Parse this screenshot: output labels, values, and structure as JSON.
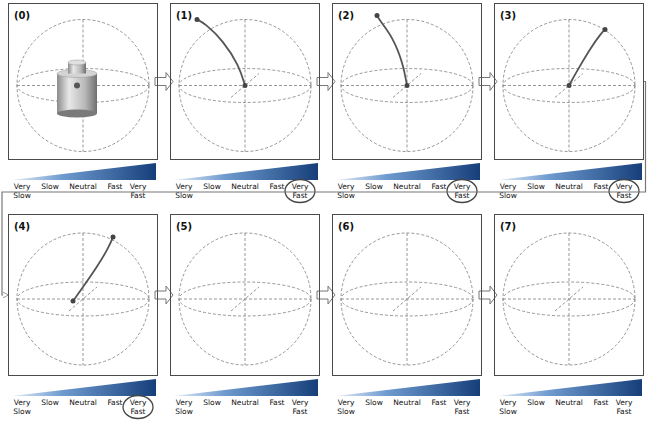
{
  "diagram": {
    "nodes": [
      {
        "text": [
          "(0)"
        ]
      },
      {
        "text": [
          "(1)"
        ]
      },
      {
        "text": [
          "(2)"
        ]
      },
      {
        "text": [
          "(3)"
        ]
      },
      {
        "text": [
          "(4)"
        ]
      },
      {
        "text": [
          "(5)"
        ]
      },
      {
        "text": [
          "(6)"
        ]
      },
      {
        "text": [
          "(7)"
        ]
      }
    ],
    "edges": [
      {
        "from": 0,
        "to": 1,
        "arrow": "to"
      },
      {
        "from": 1,
        "to": 2,
        "arrow": "to"
      },
      {
        "from": 2,
        "to": 3,
        "arrow": "to"
      },
      {
        "from": 3,
        "to": 4,
        "arrow": "to"
      },
      {
        "from": 4,
        "to": 5,
        "arrow": "to"
      },
      {
        "from": 5,
        "to": 6,
        "arrow": "to"
      },
      {
        "from": 6,
        "to": 7,
        "arrow": "to"
      }
    ],
    "labels": [
      "Very Slow",
      "Slow",
      "Neutral",
      "Fast",
      "Very Fast",
      "Very Slow",
      "Slow",
      "Neutral",
      "Fast",
      "Very Fast",
      "Very Slow",
      "Slow",
      "Neutral",
      "Fast",
      "Very Fast",
      "Very Slow",
      "Slow",
      "Neutral",
      "Fast",
      "Very Fast",
      "Very Slow",
      "Slow",
      "Neutral",
      "Fast",
      "Very Fast",
      "Very Slow",
      "Slow",
      "Neutral",
      "Fast",
      "Very Fast",
      "Very Slow",
      "Slow",
      "Neutral",
      "Fast",
      "Very Fast",
      "Very Slow",
      "Slow",
      "Neutral",
      "Fast",
      "Very Fast"
    ]
  }
}
